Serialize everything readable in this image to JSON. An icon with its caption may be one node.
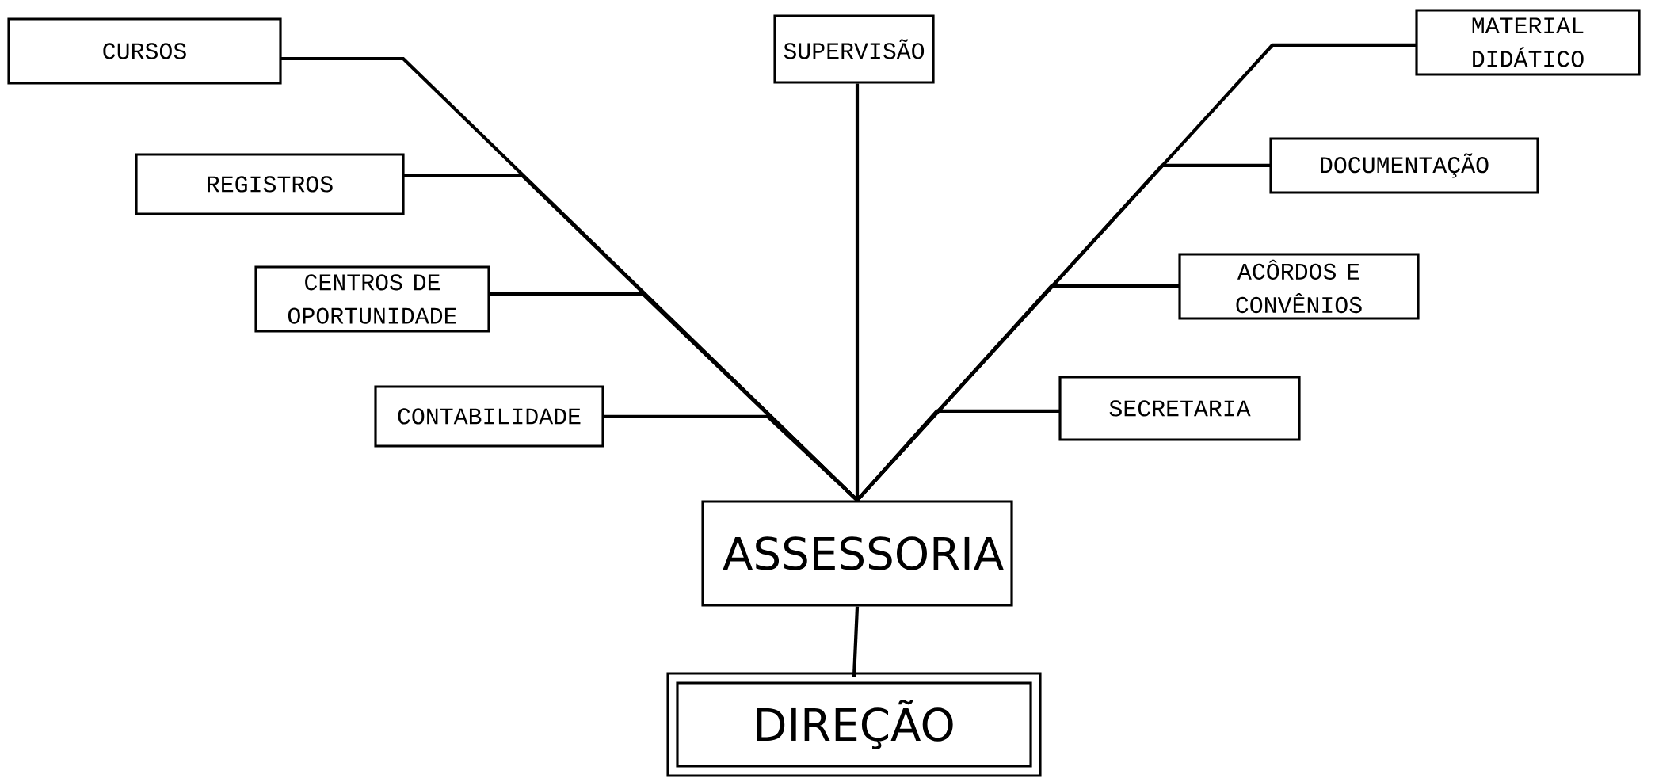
{
  "diagram": {
    "nodes": [
      {
        "text": [
          "CURSOS"
        ]
      },
      {
        "text": [
          "SUPERVISÃO"
        ]
      },
      {
        "text": [
          "MATERIAL DIDÁTICO"
        ]
      },
      {
        "text": [
          "REGISTROS"
        ]
      },
      {
        "text": [
          "DOCUMENTAÇÃO"
        ]
      },
      {
        "text": [
          "CENTROS DE OPORTUNIDADE"
        ]
      },
      {
        "text": [
          "ACÔRDOS E CONVÊNIOS"
        ]
      },
      {
        "text": [
          "CONTABILIDADE"
        ]
      },
      {
        "text": [
          "SECRETARIA"
        ]
      },
      {
        "text": [
          "ASSESSORIA"
        ]
      },
      {
        "text": [
          "DIREÇÃO"
        ]
      }
    ],
    "edges": [
      {
        "from": 9,
        "to": 0,
        "arrow": "none"
      },
      {
        "from": 9,
        "to": 1,
        "arrow": "none"
      },
      {
        "from": 9,
        "to": 2,
        "arrow": "none"
      },
      {
        "from": 9,
        "to": 3,
        "arrow": "none"
      },
      {
        "from": 9,
        "to": 4,
        "arrow": "none"
      },
      {
        "from": 9,
        "to": 5,
        "arrow": "none"
      },
      {
        "from": 9,
        "to": 6,
        "arrow": "none"
      },
      {
        "from": 9,
        "to": 7,
        "arrow": "none"
      },
      {
        "from": 9,
        "to": 8,
        "arrow": "none"
      },
      {
        "from": 9,
        "to": 10,
        "arrow": "none"
      }
    ]
  }
}
